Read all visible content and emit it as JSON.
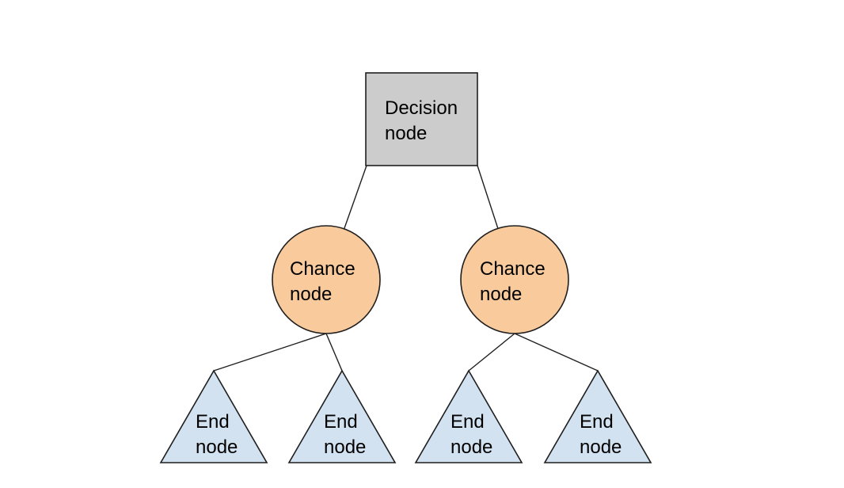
{
  "diagram": {
    "type": "decision-tree",
    "colors": {
      "background": "#ffffff",
      "decision_fill": "#cccccc",
      "chance_fill": "#f9cb9c",
      "end_fill": "#d3e2f1",
      "shape_stroke": "#1f1f1f",
      "edge_stroke": "#1f1f1f",
      "text": "#000000"
    },
    "nodes": {
      "decision": {
        "lines": [
          "Decision",
          "node"
        ]
      },
      "chance_left": {
        "lines": [
          "Chance",
          "node"
        ]
      },
      "chance_right": {
        "lines": [
          "Chance",
          "node"
        ]
      },
      "end_1": {
        "lines": [
          "End",
          "node"
        ]
      },
      "end_2": {
        "lines": [
          "End",
          "node"
        ]
      },
      "end_3": {
        "lines": [
          "End",
          "node"
        ]
      },
      "end_4": {
        "lines": [
          "End",
          "node"
        ]
      }
    },
    "edges": [
      {
        "from": "decision",
        "to": "chance_left"
      },
      {
        "from": "decision",
        "to": "chance_right"
      },
      {
        "from": "chance_left",
        "to": "end_1"
      },
      {
        "from": "chance_left",
        "to": "end_2"
      },
      {
        "from": "chance_right",
        "to": "end_3"
      },
      {
        "from": "chance_right",
        "to": "end_4"
      }
    ]
  }
}
